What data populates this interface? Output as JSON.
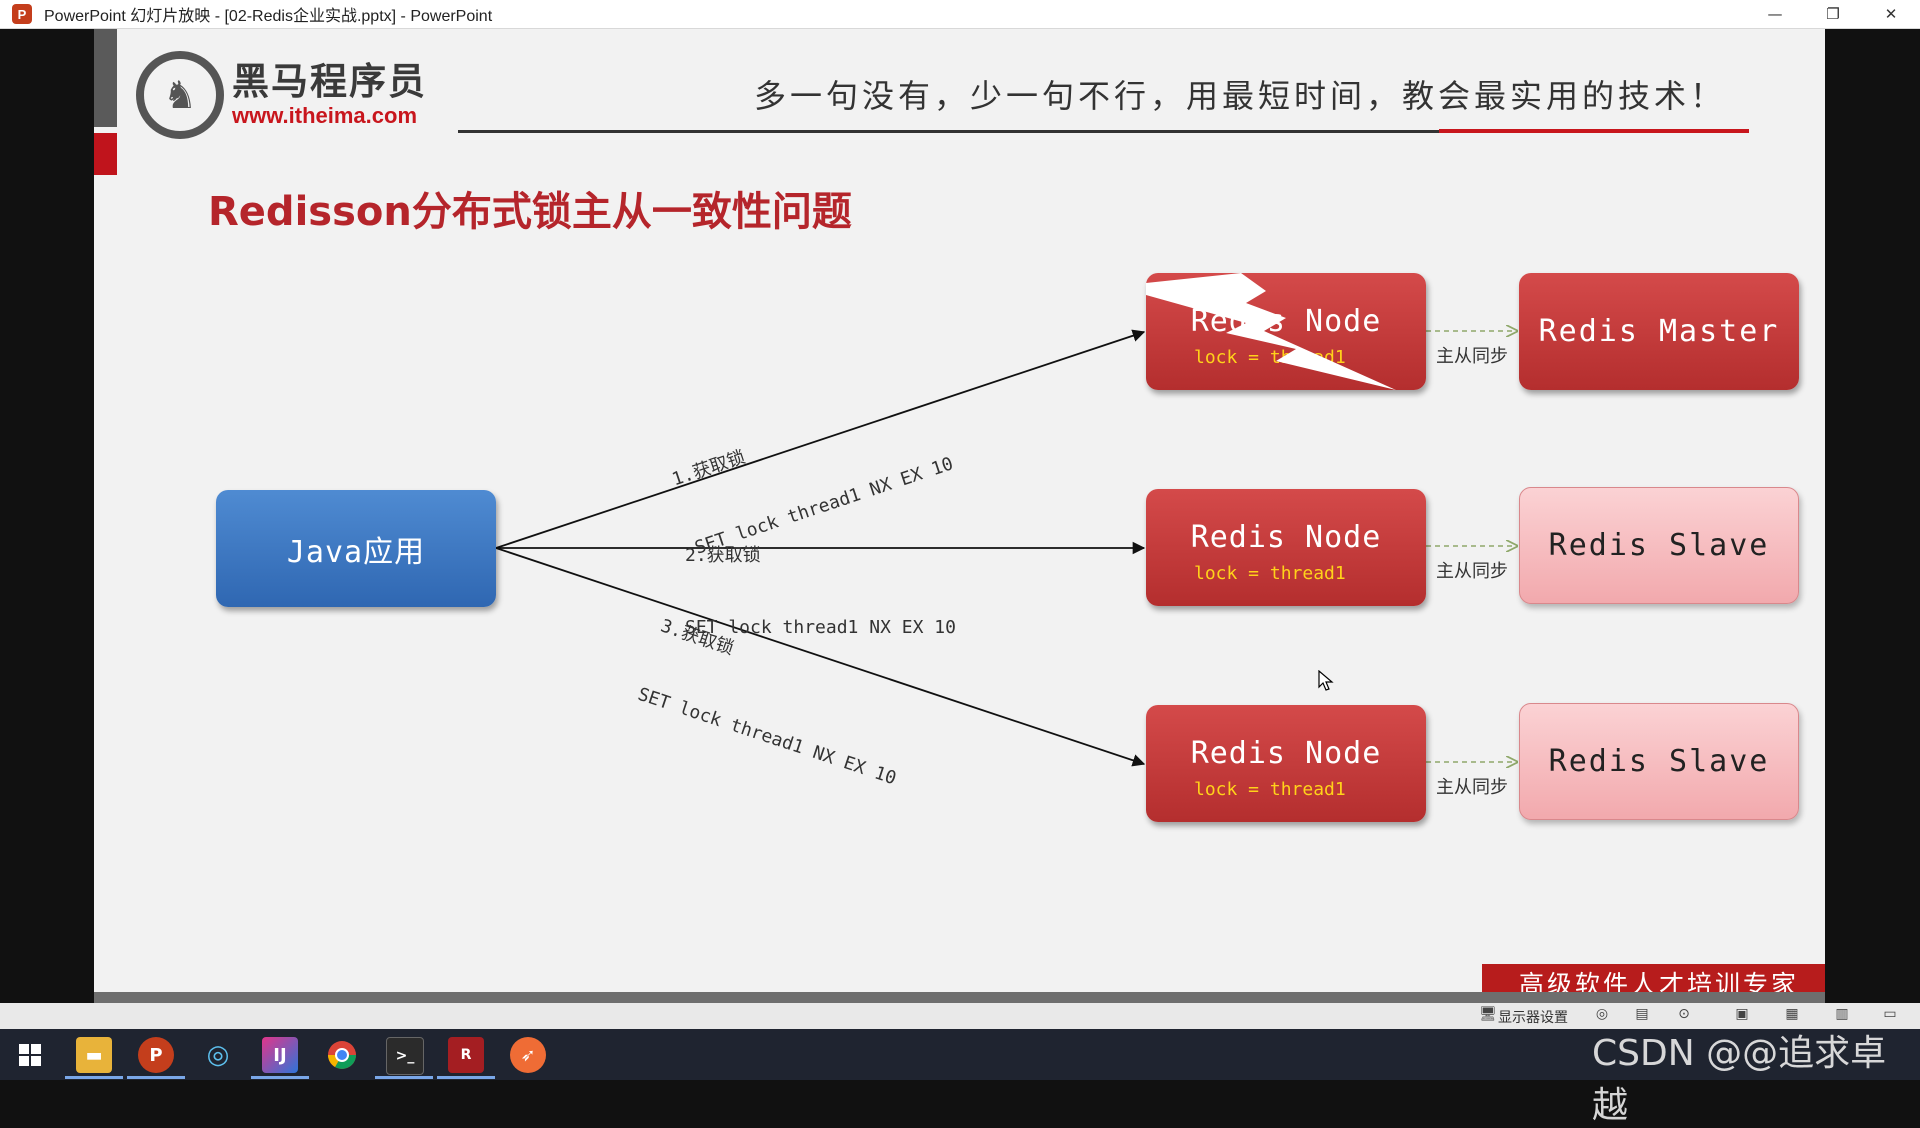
{
  "window": {
    "title": "PowerPoint 幻灯片放映 - [02-Redis企业实战.pptx] - PowerPoint",
    "app_icon_letter": "P",
    "controls": {
      "minimize": "—",
      "restore": "❐",
      "close": "✕"
    }
  },
  "slide": {
    "logo": {
      "name": "黑马程序员",
      "url": "www.itheima.com",
      "icon": "horse-logo-icon"
    },
    "slogan": "多一句没有，少一句不行，用最短时间，教会最实用的技术！",
    "title": "Redisson分布式锁主从一致性问题",
    "diagram": {
      "java_app": "Java应用",
      "nodes": [
        {
          "title": "Redis Node",
          "lock": "lock = thread1",
          "failed": true
        },
        {
          "title": "Redis Node",
          "lock": "lock = thread1",
          "failed": false
        },
        {
          "title": "Redis Node",
          "lock": "lock = thread1",
          "failed": false
        }
      ],
      "replicas": [
        "Redis Master",
        "Redis Slave",
        "Redis Slave"
      ],
      "sync_label": "主从同步",
      "requests": [
        {
          "step": "1.获取锁",
          "command": "SET lock thread1 NX EX 10"
        },
        {
          "step": "2.获取锁",
          "command": "SET lock thread1 NX EX 10"
        },
        {
          "step": "3.获取锁",
          "command": "SET lock thread1 NX EX 10"
        }
      ],
      "colors": {
        "java": "#3a73bf",
        "node": "#c23a3a",
        "slave": "#f7bfc2",
        "lock_text": "#ffd21a"
      }
    },
    "ribbon": "高级软件人才培训专家"
  },
  "statusbar": {
    "display_settings": "显示器设置"
  },
  "taskbar": {
    "apps": [
      "windows-start-icon",
      "file-explorer-icon",
      "powerpoint-icon",
      "browser-icon",
      "intellij-icon",
      "chrome-icon",
      "terminal-icon",
      "redis-icon",
      "postman-icon"
    ]
  },
  "watermark": "CSDN @@追求卓越"
}
